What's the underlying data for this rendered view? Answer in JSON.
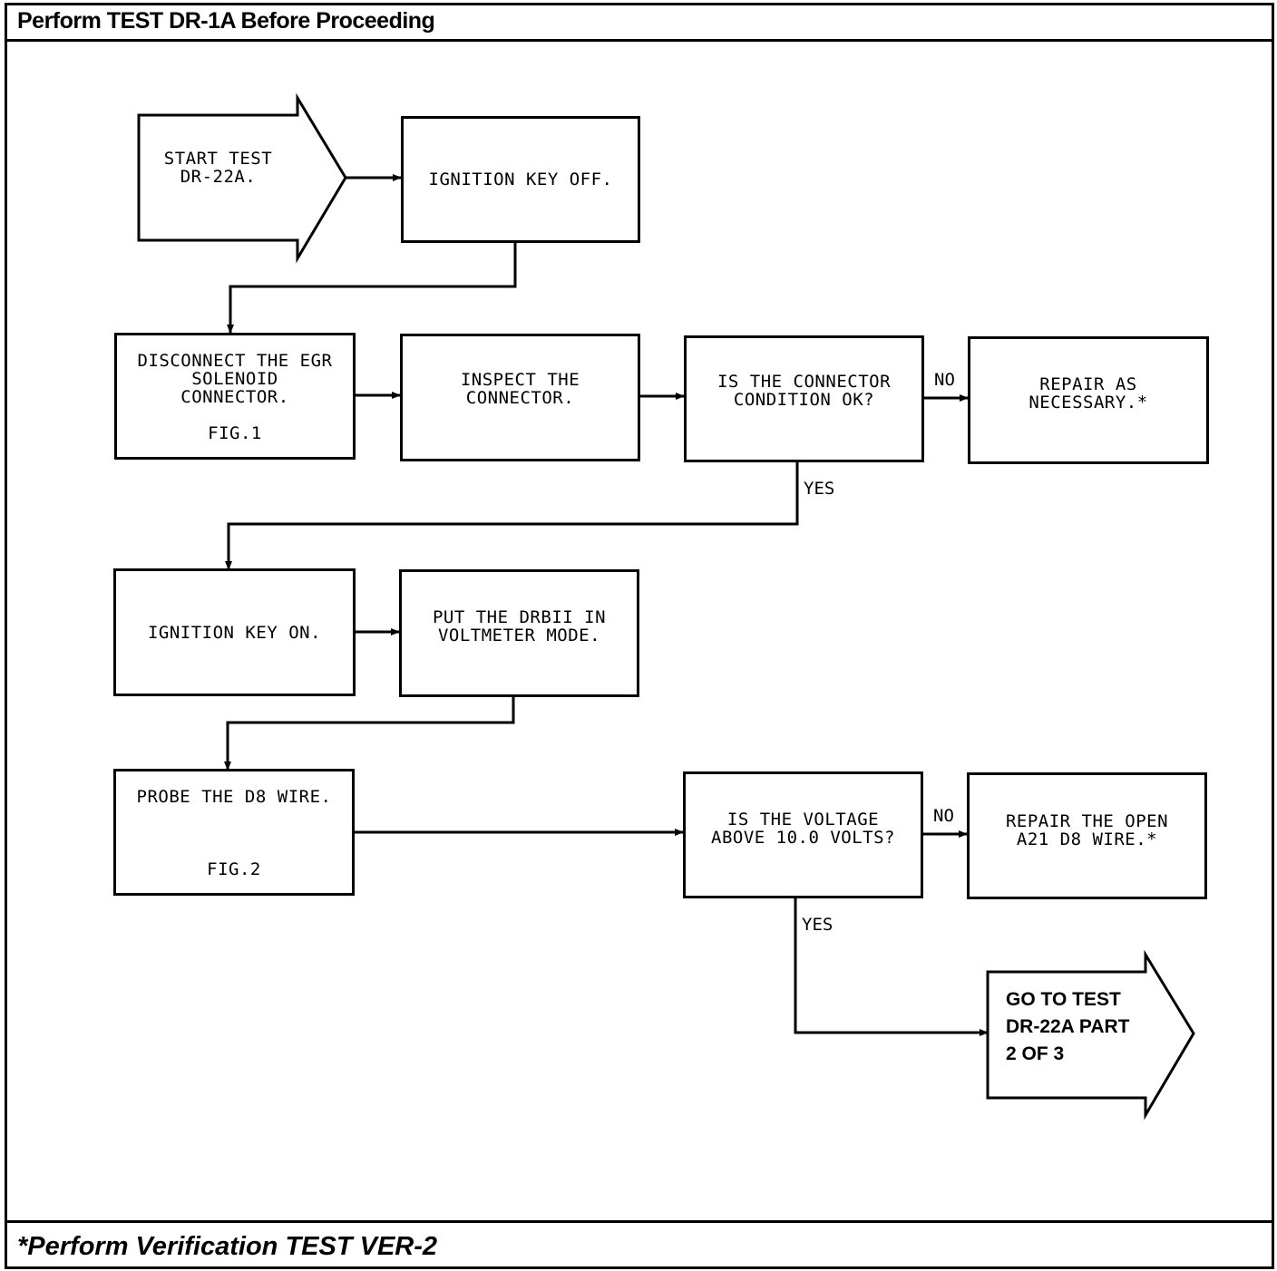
{
  "header": {
    "title": "Perform TEST DR-1A Before Proceeding"
  },
  "footer": {
    "note": "*Perform Verification TEST VER-2"
  },
  "nodes": {
    "start": "START TEST\nDR-22A.",
    "ignition_off": "IGNITION KEY OFF.",
    "disconnect": "DISCONNECT THE EGR\nSOLENOID\nCONNECTOR.",
    "disconnect_fig": "FIG.1",
    "inspect": "INSPECT THE\nCONNECTOR.",
    "connector_ok": "IS THE CONNECTOR\nCONDITION OK?",
    "repair_connector": "REPAIR AS\nNECESSARY.*",
    "ignition_on": "IGNITION KEY ON.",
    "voltmeter": "PUT THE DRBII IN\nVOLTMETER MODE.",
    "probe": "PROBE THE D8 WIRE.",
    "probe_fig": "FIG.2",
    "voltage_q": "IS THE VOLTAGE\nABOVE 10.0 VOLTS?",
    "repair_open": "REPAIR THE OPEN\nA21 D8 WIRE.*",
    "goto": "GO TO TEST\nDR-22A PART\n2 OF 3"
  },
  "labels": {
    "no1": "NO",
    "yes1": "YES",
    "no2": "NO",
    "yes2": "YES"
  }
}
